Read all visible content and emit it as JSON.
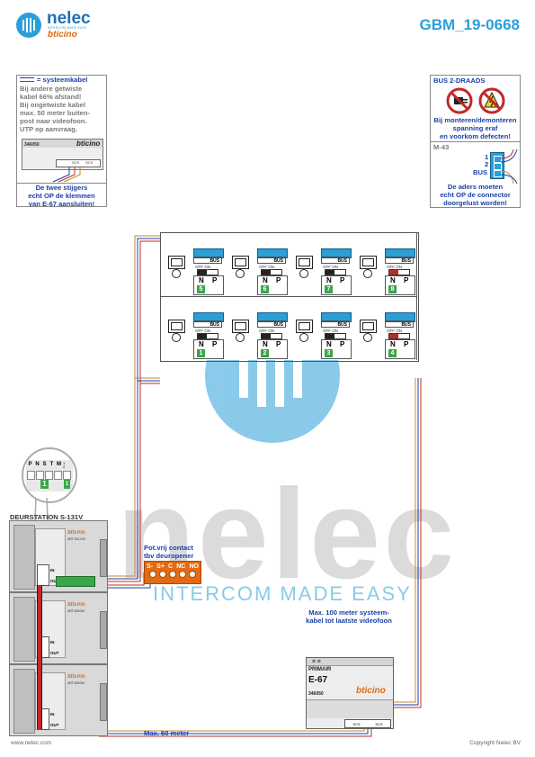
{
  "header": {
    "logo_name": "nelec",
    "logo_tagline": "INTERCOM MADE EASY",
    "logo_brand": "bticino",
    "doc_id": "GBM_19-0668"
  },
  "note_left": {
    "title": "= systeemkabel",
    "lines": [
      "Bij andere getwiste",
      "kabel 66% afstand!",
      "Bij ongetwiste kabel",
      "max. 50 meter buiten-",
      "post naar videofoon.",
      "UTP op aanvraag."
    ],
    "device_code": "346050",
    "device_brand": "bticino",
    "terminal_labels": [
      "SCS",
      "SCS"
    ],
    "caption": [
      "De twee stijgers",
      "echt OP de klemmen",
      "van E-67 aansluiten!"
    ]
  },
  "note_right": {
    "title": "BUS 2-DRAADS",
    "warning": [
      "Bij monteren/demonteren",
      "spanning eraf",
      "en voorkom defecten!"
    ],
    "connector_model": "M-43",
    "connector_pins": [
      "1",
      "2",
      "BUS"
    ],
    "caption": [
      "De aders moeten",
      "echt OP de connector",
      "doorgelust worden!"
    ]
  },
  "monitor_labels": {
    "bus": "BUS",
    "off_on": "OFF ON",
    "n": "N",
    "p": "P"
  },
  "monitors": {
    "row1": [
      "5",
      "6",
      "7",
      "8"
    ],
    "row2": [
      "1",
      "2",
      "3",
      "4"
    ]
  },
  "dip_switch": {
    "labels": [
      "P",
      "N",
      "S",
      "T",
      "M"
    ],
    "mid": [
      "1",
      "2"
    ],
    "value_1": "1",
    "value_2": "1"
  },
  "door_station": {
    "title": "DEURSTATION S-131V",
    "module_codes": [
      "ART.351XXX",
      "ART.352000",
      "ART.352000"
    ],
    "terminal_labels": [
      "IN",
      "OUT",
      "IN",
      "OUT",
      "IN",
      "OUT"
    ],
    "brand": "bticino"
  },
  "contact": {
    "title": [
      "Pot.vrij contact",
      "tbv deuropener"
    ],
    "terminals": [
      "S-",
      "S+",
      "C",
      "NC",
      "NO"
    ]
  },
  "labels": {
    "max100": [
      "Max. 100 meter systeem-",
      "kabel tot laatste videofoon"
    ],
    "max50": "Max. 50 meter"
  },
  "psu": {
    "primary": "PRIMAIR",
    "model": "E-67",
    "code": "346050",
    "brand": "bticino",
    "terminals": [
      "SCS",
      "SCS"
    ]
  },
  "watermark": {
    "name": "nelec",
    "tagline": "INTERCOM MADE EASY"
  },
  "footer": {
    "left": "www.nelec.com",
    "right": "Copyright Nelec BV"
  }
}
